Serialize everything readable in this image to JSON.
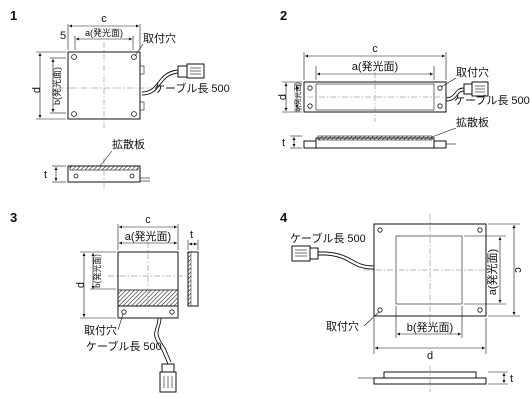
{
  "figures": [
    {
      "number": "1",
      "labels": {
        "c": "c",
        "a": "a(発光面)",
        "margin": "5",
        "hole": "取付穴",
        "d": "d",
        "b": "b(発光面)",
        "cable": "ケーブル長 500",
        "diffuser": "拡散板",
        "t": "t"
      }
    },
    {
      "number": "2",
      "labels": {
        "c": "c",
        "a": "a(発光面)",
        "hole": "取付穴",
        "d": "d",
        "b": "b(発光面)",
        "cable": "ケーブル長 500",
        "diffuser": "拡散板",
        "t": "t"
      }
    },
    {
      "number": "3",
      "labels": {
        "c": "c",
        "t": "t",
        "a": "a(発光面)",
        "d": "d",
        "b": "b(発光面)",
        "hole": "取付穴",
        "cable": "ケーブル長 500"
      }
    },
    {
      "number": "4",
      "labels": {
        "cable": "ケーブル長 500",
        "a": "a(発光面)",
        "c": "c",
        "hole": "取付穴",
        "b": "b(発光面)",
        "d": "d",
        "t": "t"
      }
    }
  ]
}
